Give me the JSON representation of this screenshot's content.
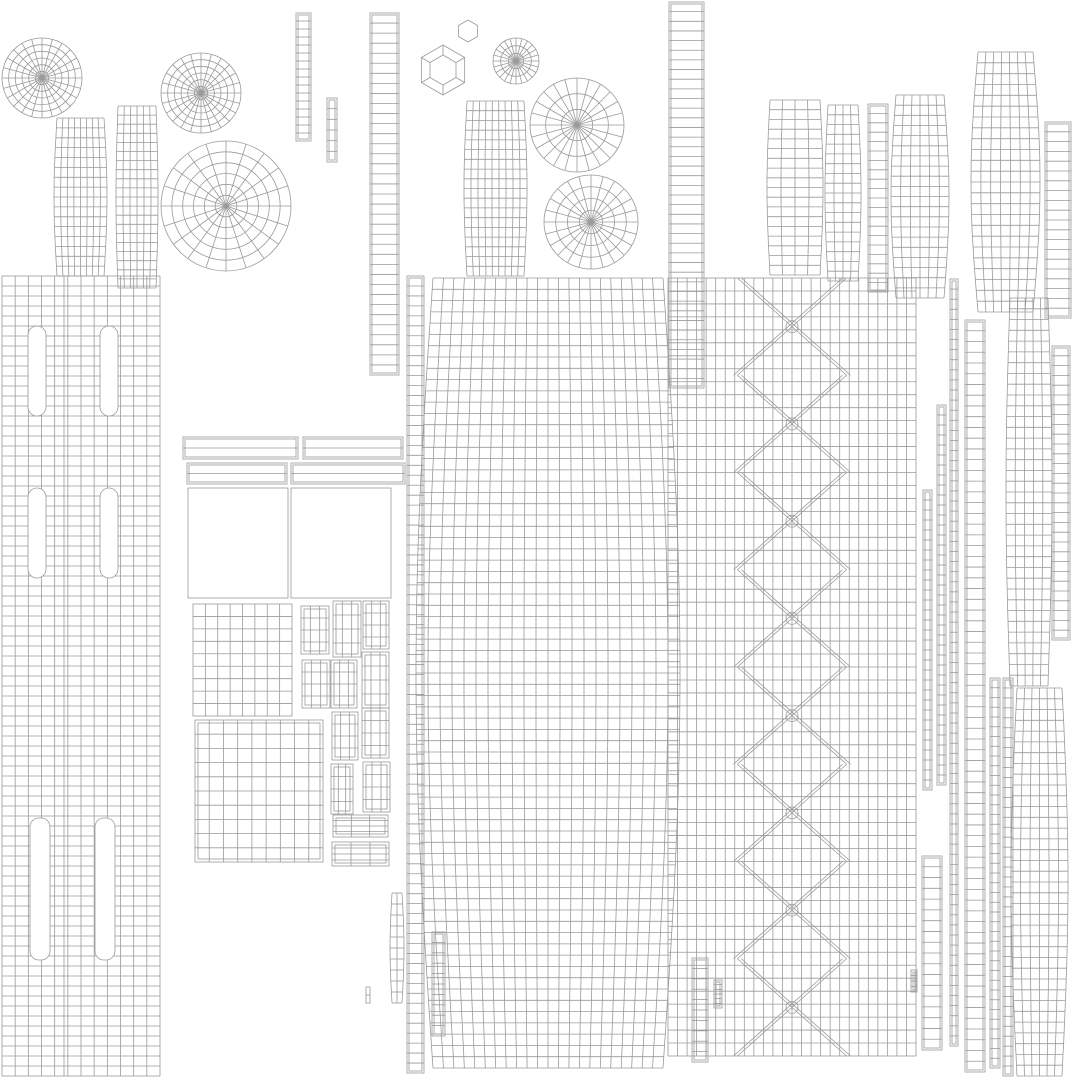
{
  "diagram": {
    "type": "uv-wireframe-layout",
    "background_color": "#ffffff",
    "wire_color": "#9a9a9a",
    "shells": [
      {
        "name": "disc-a",
        "kind": "disc",
        "rings": 6,
        "spokes": 24
      },
      {
        "name": "disc-b",
        "kind": "disc",
        "rings": 6,
        "spokes": 24
      },
      {
        "name": "disc-c",
        "kind": "disc",
        "rings": 6,
        "spokes": 20
      },
      {
        "name": "disc-d",
        "kind": "disc",
        "rings": 3,
        "spokes": 24
      },
      {
        "name": "disc-e",
        "kind": "disc",
        "rings": 3,
        "spokes": 24
      },
      {
        "name": "disc-f",
        "kind": "disc",
        "rings": 4,
        "spokes": 24
      },
      {
        "name": "hexagon-large",
        "kind": "hexagon"
      },
      {
        "name": "hexagon-small",
        "kind": "hexagon"
      },
      {
        "name": "left-panel-strip",
        "kind": "grid"
      },
      {
        "name": "center-front-panel",
        "kind": "grid"
      },
      {
        "name": "lattice-back-panel",
        "kind": "lattice",
        "diamonds": 8
      },
      {
        "name": "box-cluster",
        "kind": "grid"
      },
      {
        "name": "vertical-strips",
        "kind": "strip"
      }
    ]
  }
}
